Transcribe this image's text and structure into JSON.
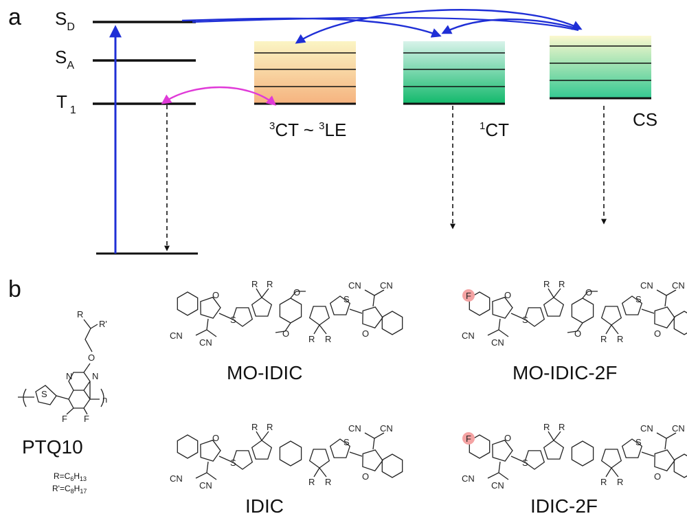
{
  "panel_a": {
    "letter": "a",
    "levels": [
      {
        "main": "S",
        "sub": "D"
      },
      {
        "main": "S",
        "sub": "A"
      },
      {
        "main": "T",
        "sub": "1"
      }
    ],
    "states": [
      {
        "sup1": "3",
        "text1": "CT ~ ",
        "sup2": "3",
        "text2": "LE"
      },
      {
        "sup1": "1",
        "text1": "CT"
      },
      {
        "text1": "CS"
      }
    ],
    "colors": {
      "excitation": "#1f2fd6",
      "triplet_transfer": "#e03ad8",
      "ct3_top": "#fbf5c4",
      "ct3_bottom": "#f5b27e",
      "ct1_top": "#d8f3ea",
      "ct1_bottom": "#10b86a",
      "cs_top": "#fbf8cf",
      "cs_bottom": "#32c891"
    }
  },
  "panel_b": {
    "letter": "b",
    "polymer": {
      "name": "PTQ10",
      "subscript_n": "n",
      "atoms": {
        "r": "R",
        "r_prime": "R'",
        "o": "O",
        "n": "N",
        "s": "S",
        "f": "F"
      },
      "r_def": {
        "prefix": "R=C",
        "c": "6",
        "h": "H",
        "hn": "13"
      },
      "rp_def": {
        "prefix": "R'=C",
        "c": "8",
        "h": "H",
        "hn": "17"
      }
    },
    "molecules": [
      {
        "name": "MO-IDIC",
        "key": "mo_idic",
        "methoxy": true,
        "fluoro": false
      },
      {
        "name": "MO-IDIC-2F",
        "key": "mo_idic_2f",
        "methoxy": true,
        "fluoro": true
      },
      {
        "name": "IDIC",
        "key": "idic",
        "methoxy": false,
        "fluoro": false
      },
      {
        "name": "IDIC-2F",
        "key": "idic_2f",
        "methoxy": false,
        "fluoro": true
      }
    ],
    "atom_labels": {
      "o": "O",
      "s": "S",
      "r": "R",
      "cn": "CN",
      "f": "F"
    },
    "fluorine_highlight": "#f4a3a3"
  }
}
